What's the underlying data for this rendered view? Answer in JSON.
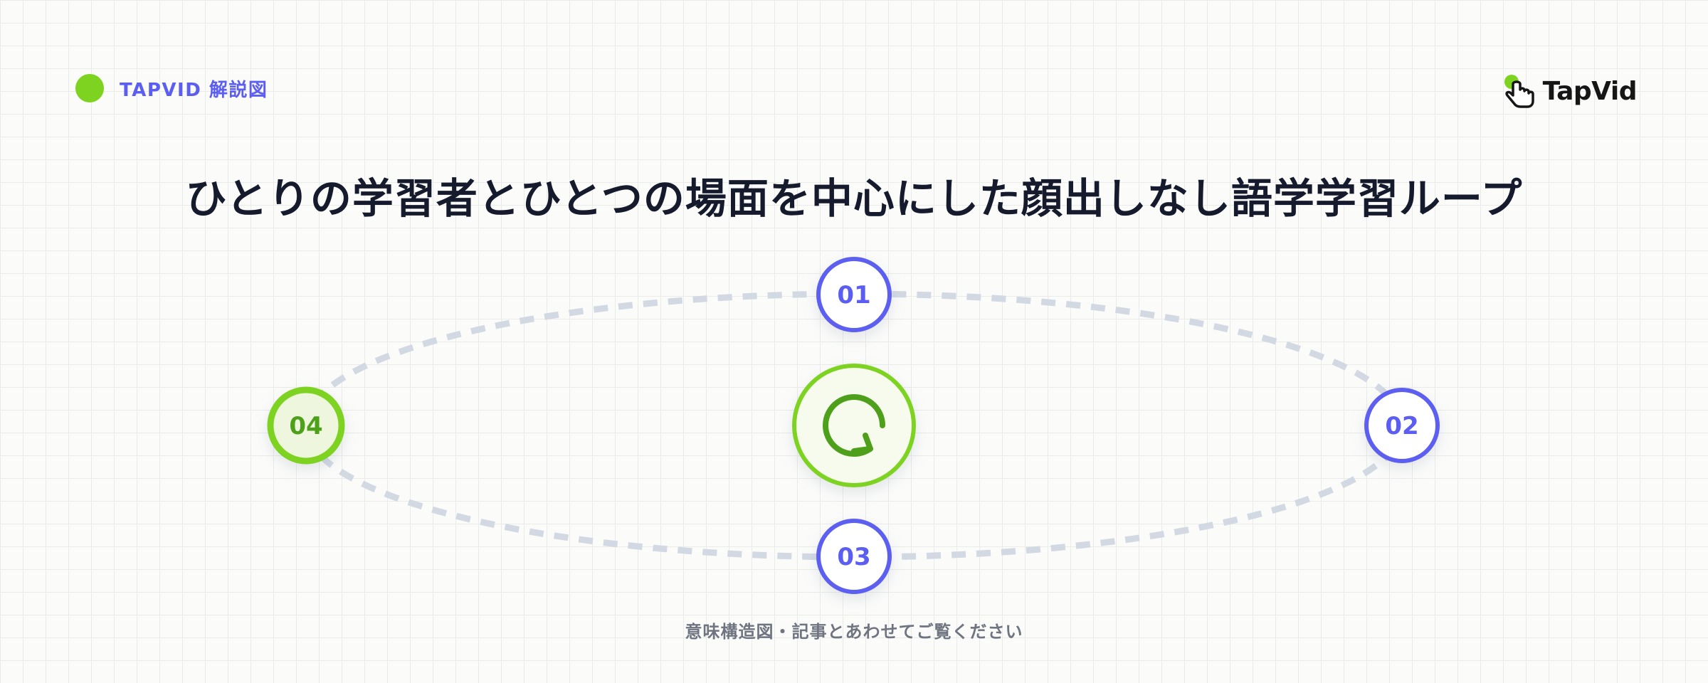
{
  "header": {
    "label": "TAPVID 解説図",
    "brand_name": "TapVid",
    "brand_icon": "hand-pointer-icon"
  },
  "title": "ひとりの学習者とひとつの場面を中心にした顔出しなし語学学習ループ",
  "loop": {
    "center_icon": "cycle-arrow-icon",
    "nodes": [
      {
        "number": "01",
        "active": false
      },
      {
        "number": "02",
        "active": false
      },
      {
        "number": "03",
        "active": false
      },
      {
        "number": "04",
        "active": true
      }
    ]
  },
  "caption": "意味構造図・記事とあわせてご覧ください",
  "colors": {
    "accent_green": "#7ed321",
    "dark_green": "#4ea01a",
    "node_purple": "#5b5ef0",
    "loop_dash": "#d3d9e3",
    "title_text": "#151b2d"
  }
}
